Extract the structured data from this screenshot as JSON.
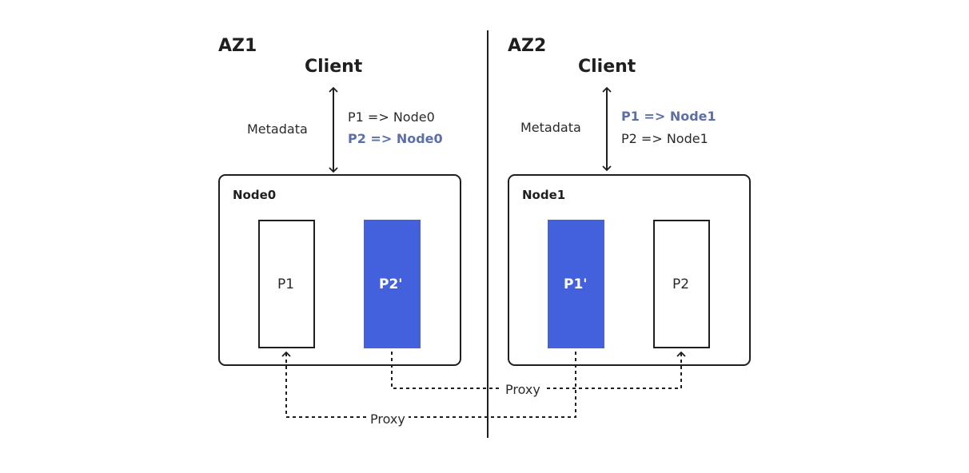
{
  "zones": [
    {
      "label": "AZ1",
      "client": "Client",
      "metadata_label": "Metadata",
      "mappings": [
        {
          "text": "P1 => Node0",
          "highlight": false
        },
        {
          "text": "P2 => Node0",
          "highlight": true
        }
      ],
      "node": "Node0",
      "partitions": [
        {
          "label": "P1",
          "replica": false
        },
        {
          "label": "P2'",
          "replica": true
        }
      ]
    },
    {
      "label": "AZ2",
      "client": "Client",
      "metadata_label": "Metadata",
      "mappings": [
        {
          "text": "P1 => Node1",
          "highlight": true
        },
        {
          "text": "P2 => Node1",
          "highlight": false
        }
      ],
      "node": "Node1",
      "partitions": [
        {
          "label": "P1'",
          "replica": true
        },
        {
          "label": "P2",
          "replica": false
        }
      ]
    }
  ],
  "proxy_links": [
    {
      "label": "Proxy",
      "from": "Node0.P2'",
      "to": "Node1.P2"
    },
    {
      "label": "Proxy",
      "from": "Node1.P1'",
      "to": "Node0.P1"
    }
  ],
  "colors": {
    "replica_fill": "#4361dc",
    "highlight_text": "#5b6fa8",
    "line": "#1f1f1f"
  }
}
